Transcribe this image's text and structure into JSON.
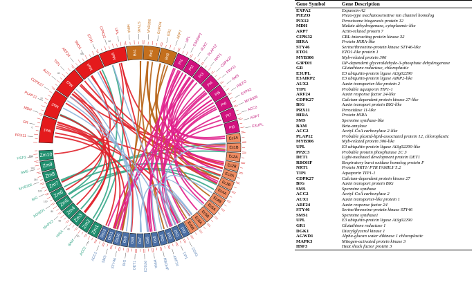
{
  "table": {
    "header_symbol": "Gene Symbol",
    "header_description": "Gene Description",
    "rows": [
      {
        "symbol": "EXPA2",
        "description": "Expansin-A2"
      },
      {
        "symbol": "PIEZO",
        "description": "Piezo-type mechanosensitive ion channel homolog"
      },
      {
        "symbol": "PIX12",
        "description": "Peroxisome biogenesis protein 12"
      },
      {
        "symbol": "MDH",
        "description": "Malate dehydrogenase, cytoplasmic-like"
      },
      {
        "symbol": "ARP7",
        "description": "Actin-related protein 7"
      },
      {
        "symbol": "CIPK32",
        "description": "CBL-interacting protein kinase 32"
      },
      {
        "symbol": "HIRA",
        "description": "Protein HIRA-like"
      },
      {
        "symbol": "STY46",
        "description": "Serine/threonine-protein kinase STY46-like"
      },
      {
        "symbol": "ETO1",
        "description": "ETO1-like protein 1"
      },
      {
        "symbol": "MYB306",
        "description": "Myb-related protein 306"
      },
      {
        "symbol": "G3PDH",
        "description": "DP-dependent glyceraldehyde-3-phosphate dehydrogenase"
      },
      {
        "symbol": "GR",
        "description": "Glutathione reductase, chloroplastic"
      },
      {
        "symbol": "E3UPL",
        "description": "E3 ubiquitin-protein ligase At3g02290"
      },
      {
        "symbol": "E3AIRP2",
        "description": "E3 ubiquitin-protein ligase AIRP2-like"
      },
      {
        "symbol": "AUX2",
        "description": "Auxin transporter-like protein 2"
      },
      {
        "symbol": "TIP1",
        "description": "Probable aquaporin TIP1-1"
      },
      {
        "symbol": "ARF24",
        "description": "Auxin response factor 24-like"
      },
      {
        "symbol": "CDPK27",
        "description": "Calcium-dependent protein kinase 27-like"
      },
      {
        "symbol": "BIG",
        "description": "Auxin transport protein BIG-like"
      },
      {
        "symbol": "PRX11",
        "description": "Peroxidase 11-like"
      },
      {
        "symbol": "HIRA",
        "description": "Protein HIRA"
      },
      {
        "symbol": "SMS",
        "description": "Spermine synthase-like"
      },
      {
        "symbol": "BAM",
        "description": "Beta-amylase"
      },
      {
        "symbol": "ACC2",
        "description": "Acetyl-CoA carboxylase 2-like"
      },
      {
        "symbol": "PLAP12",
        "description": "Probable plastid-lipid-associated protein 12, chloroplastic"
      },
      {
        "symbol": "MYB306",
        "description": "Myb-related protein 306-like"
      },
      {
        "symbol": "UPL",
        "description": "E3 ubiquitin-protein ligase At3g02290-like"
      },
      {
        "symbol": "PP2C3",
        "description": "Probable protein phosphatase 2C 3"
      },
      {
        "symbol": "DET1",
        "description": "Light-mediated development protein DET1"
      },
      {
        "symbol": "RBOHF",
        "description": "Respiratory burst oxidase homolog protein F"
      },
      {
        "symbol": "NRT1",
        "description": "Protein NRT1/ PTR FAMILY 5.2"
      },
      {
        "symbol": "TIP1",
        "description": "Aquaporin TIP1-1"
      },
      {
        "symbol": "CDPK27",
        "description": "Calcium-dependent protein kinase 27"
      },
      {
        "symbol": "BIG",
        "description": "Auxin transport protein BIG"
      },
      {
        "symbol": "SMS",
        "description": "Spermine synthase"
      },
      {
        "symbol": "ACC2",
        "description": "Acetyl-CoA carboxylase 2"
      },
      {
        "symbol": "AUX1",
        "description": "Auxin transporter-like protein 1"
      },
      {
        "symbol": "ARF24",
        "description": "Auxin response factor 24"
      },
      {
        "symbol": "STY46",
        "description": "Serine/threonine-protein kinase STY46"
      },
      {
        "symbol": "SMS1",
        "description": "Spermine synthase1"
      },
      {
        "symbol": "UPL",
        "description": "E3 ubiquitin-protein ligase At3g02290"
      },
      {
        "symbol": "GR1",
        "description": "Glutathione reductase 1"
      },
      {
        "symbol": "DGK1",
        "description": "Diacylglycerol kinase 1"
      },
      {
        "symbol": "AGWD1",
        "description": "Alpha-glucan water dikinase 1 chloroplastic"
      },
      {
        "symbol": "MAPK3",
        "description": "Mitogen-activated protein kinase 3"
      },
      {
        "symbol": "HSF3",
        "description": "Heat shock factor protein 3"
      }
    ]
  },
  "diagram": {
    "groups": [
      {
        "key": "zm",
        "color": "#1f8f6e",
        "link_color": "#3aa88a",
        "segments": [
          "Zm1",
          "Zm2",
          "Zm3",
          "Zm4",
          "Zm5",
          "Zm6",
          "Zm7",
          "Zm8",
          "Zm9",
          "Zm10"
        ]
      },
      {
        "key": "ma",
        "color": "#e41a1c",
        "link_color": "#e0242c",
        "segments": [
          "Ma1",
          "Ma2",
          "Ma3",
          "Ma4",
          "Ma5"
        ]
      },
      {
        "key": "bn",
        "color": "#c46f1d",
        "link_color": "#b8661a",
        "segments": [
          "Bn1",
          "Bn2",
          "Bn3"
        ]
      },
      {
        "key": "pt",
        "color": "#d1127e",
        "link_color": "#e0208c",
        "segments": [
          "Pt1",
          "Pt2",
          "Pt3",
          "Pt4",
          "Pt5",
          "Pt6",
          "Pt7",
          "Pt8"
        ]
      },
      {
        "key": "ec",
        "color": "#ef8c62",
        "link_color": "#e07a50",
        "segments": [
          "Ec1A",
          "Ec1B",
          "Ec2A",
          "Ec2B",
          "Ec3A",
          "Ec3B",
          "Ec4A",
          "Ec4B",
          "Ec5A",
          "Ec5B",
          "Ec6A",
          "Ec6B"
        ]
      },
      {
        "key": "os",
        "color": "#4a6fa5",
        "link_color": "#8fb4d9",
        "segments": [
          "Os1",
          "Os2",
          "Os3",
          "Os4",
          "Os5",
          "Os6",
          "Os7",
          "Os8",
          "Os9",
          "Os10",
          "Os11",
          "Os12"
        ]
      }
    ],
    "tick_labels": [
      "0",
      "20",
      "40",
      "60",
      "80",
      "100",
      "120",
      "140",
      "160",
      "180",
      "200",
      "220",
      "240"
    ],
    "gene_labels": {
      "zm": [
        "ACC2",
        "BAM",
        "HIRA",
        "MAPK3",
        "AGWD1",
        "BIG",
        "MYB306",
        "SMS",
        "HSF3"
      ],
      "ma": [
        "PRX11",
        "GR",
        "MDH",
        "PLAP12",
        "CDPK27",
        "AUX1",
        "TIP1",
        "ARF24",
        "SMS1",
        "ETO1",
        "CIPK32",
        "UPL"
      ],
      "bn": [
        "HIRA",
        "STY46",
        "MYB306",
        "G3PDH",
        "GR1",
        "ARP7"
      ],
      "pt": [
        "UPL",
        "E3AIRP2",
        "AUX2",
        "PLAP12",
        "NRT1",
        "CDPK27",
        "PRX11",
        "SMS",
        "PIEZO",
        "EXPA2",
        "MYB306",
        "ACC2",
        "ARP7",
        "E3UPL"
      ],
      "os": [
        "DGK1",
        "TIP1",
        "ARF24",
        "RBOHF",
        "HIRA",
        "PP2C3",
        "DET1",
        "BIG",
        "STY46",
        "SMS",
        "ACC2"
      ]
    },
    "link_counts": {
      "zm": 9,
      "ma": 22,
      "bn": 10,
      "pt": 28,
      "os": 14
    }
  }
}
